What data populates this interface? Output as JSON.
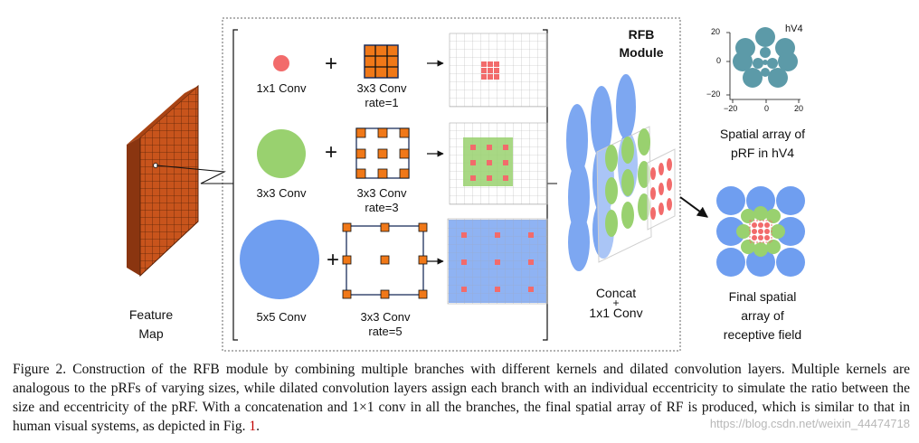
{
  "feature_map": {
    "line1": "Feature",
    "line2": "Map"
  },
  "branches": [
    {
      "kernel_label": "1x1 Conv",
      "dilated_label": "3x3 Conv",
      "rate_label": "rate=1"
    },
    {
      "kernel_label": "3x3 Conv",
      "dilated_label": "3x3 Conv",
      "rate_label": "rate=3"
    },
    {
      "kernel_label": "5x5 Conv",
      "dilated_label": "3x3 Conv",
      "rate_label": "rate=5"
    }
  ],
  "plus_sign": "+",
  "rfb_module": {
    "line1": "RFB",
    "line2": "Module"
  },
  "concat": {
    "line1": "Concat",
    "plus": "+",
    "line2": "1x1 Conv"
  },
  "hv4_plot": {
    "title": "hV4",
    "y_ticks": [
      "20",
      "0",
      "−20"
    ],
    "x_ticks": [
      "−20",
      "0",
      "20"
    ],
    "caption_line1": "Spatial array of",
    "caption_line2": "pRF in hV4"
  },
  "final_array": {
    "line1": "Final spatial",
    "line2": "array of",
    "line3": "receptive field"
  },
  "caption": {
    "text": "Figure 2. Construction of the RFB module by combining multiple branches with different kernels and dilated convolution layers. Multiple kernels are analogous to the pRFs of varying sizes, while dilated convolution layers assign each branch with an individual eccentricity to simulate the ratio between the size and eccentricity of the pRF. With a concatenation and 1×1 conv in all the branches, the final spatial array of RF is produced, which is similar to that in human visual systems, as depicted in Fig. ",
    "ref": "1",
    "end": "."
  },
  "watermark": "https://blog.csdn.net/weixin_44474718",
  "colors": {
    "red": "#f26b6b",
    "green": "#99d16f",
    "blue": "#6f9ef0",
    "orange": "#f07818",
    "teal": "#5c9aa8",
    "brick": "#c8541c",
    "brick_dark": "#8a3510"
  }
}
